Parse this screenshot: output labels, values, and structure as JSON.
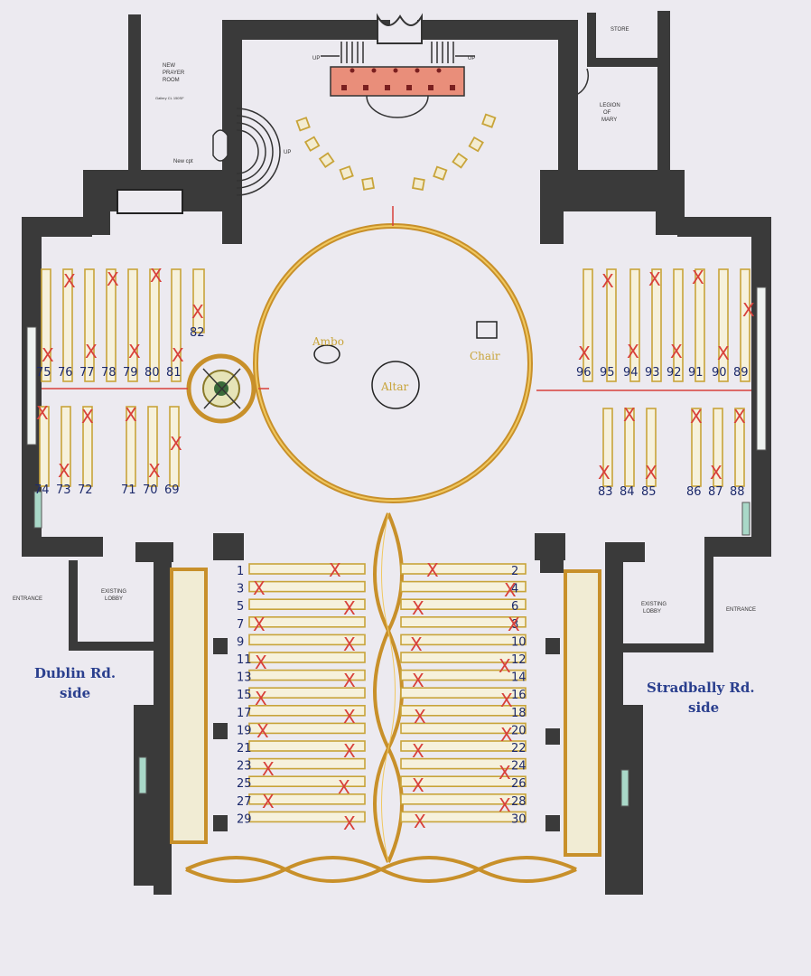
{
  "labels": {
    "new_prayer_room": [
      "NEW",
      "PRAYER",
      "ROOM"
    ],
    "new_prayer_room_sub": "Gallery CL 150SF",
    "new_cpt": "New cpt",
    "store": "STORE",
    "legion": [
      "LEGION",
      "OF",
      "MARY"
    ],
    "up": "UP",
    "ambo": "Ambo",
    "chair": "Chair",
    "altar": "Altar",
    "lobby": [
      "EXISTING",
      "LOBBY"
    ],
    "entrance": "ENTRANCE",
    "dublin_side": [
      "Dublin Rd.",
      "side"
    ],
    "stradbally_side": [
      "Stradbally Rd.",
      "side"
    ]
  },
  "pews": {
    "left_upper": [
      "75",
      "76",
      "77",
      "78",
      "79",
      "80",
      "81",
      "82"
    ],
    "left_lower": [
      "74",
      "73",
      "72",
      "71",
      "70",
      "69"
    ],
    "right_upper": [
      "96",
      "95",
      "94",
      "93",
      "92",
      "91",
      "90",
      "89"
    ],
    "right_lower": [
      "83",
      "84",
      "85",
      "86",
      "87",
      "88"
    ],
    "nave_left": [
      "1",
      "3",
      "5",
      "7",
      "9",
      "11",
      "13",
      "15",
      "17",
      "19",
      "21",
      "23",
      "25",
      "27",
      "29"
    ],
    "nave_right": [
      "2",
      "4",
      "6",
      "8",
      "10",
      "12",
      "14",
      "16",
      "18",
      "20",
      "22",
      "24",
      "26",
      "28",
      "30"
    ]
  },
  "mark": "X",
  "colors": {
    "wall": "#3a3a3a",
    "pew": "#c8a43a",
    "mark": "#d8403a",
    "ring": "#c8902a",
    "hand": "#1d2a6b",
    "side_text": "#2a3f8e"
  }
}
